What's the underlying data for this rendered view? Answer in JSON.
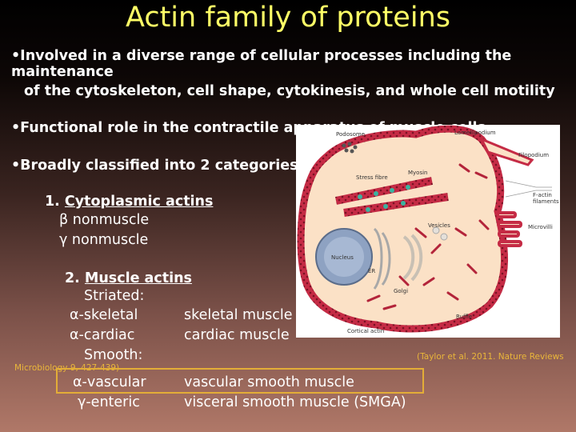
{
  "title": "Actin family of proteins",
  "bullets": {
    "b1_line1": "•Involved in a diverse range of cellular processes including the",
    "b1_line2": "maintenance",
    "b1_line3": "of the cytoskeleton, cell shape, cytokinesis, and whole cell motility",
    "b2": "•Functional role in the contractile apparatus of muscle cells",
    "b3": "•Broadly classified into 2 categories:"
  },
  "cytoplasmic": {
    "number": "1.",
    "heading": "Cytoplasmic actins",
    "beta": "β nonmuscle",
    "gamma": "γ nonmuscle"
  },
  "muscle": {
    "number": "2.",
    "heading": "Muscle actins",
    "striated": "Striated:",
    "smooth": "Smooth:",
    "rows": [
      {
        "name": "α-skeletal",
        "desc": "skeletal muscle"
      },
      {
        "name": "α-cardiac",
        "desc": "cardiac muscle"
      },
      {
        "name": "α-vascular",
        "desc": "vascular smooth muscle"
      },
      {
        "name": "γ-enteric",
        "desc": "visceral smooth muscle (SMGA)"
      }
    ]
  },
  "citation": {
    "part1": "(Taylor et al. 2011.  Nature Reviews",
    "part2": "Microbiology 9, 427-439)"
  },
  "figure_labels": {
    "podosome": "Podosome",
    "lamellipodium": "Lamellipodium",
    "filopodium": "Filopodium",
    "stress_fibre": "Stress fibre",
    "myosin": "Myosin",
    "factin": "F-actin",
    "filaments": "filaments",
    "microvilli": "Microvilli",
    "vesicles": "Vesicles",
    "nucleus": "Nucleus",
    "er": "ER",
    "golgi": "Golgi",
    "ruffle": "Ruffle",
    "cortical_actin": "Cortical actin"
  },
  "colors": {
    "title": "#ffff66",
    "highlight_box": "#e3ad37",
    "citation": "#e9b63a",
    "actin": "#b3243a",
    "cell_fill": "#fbe1c6",
    "nucleus": "#8ea2c2"
  }
}
